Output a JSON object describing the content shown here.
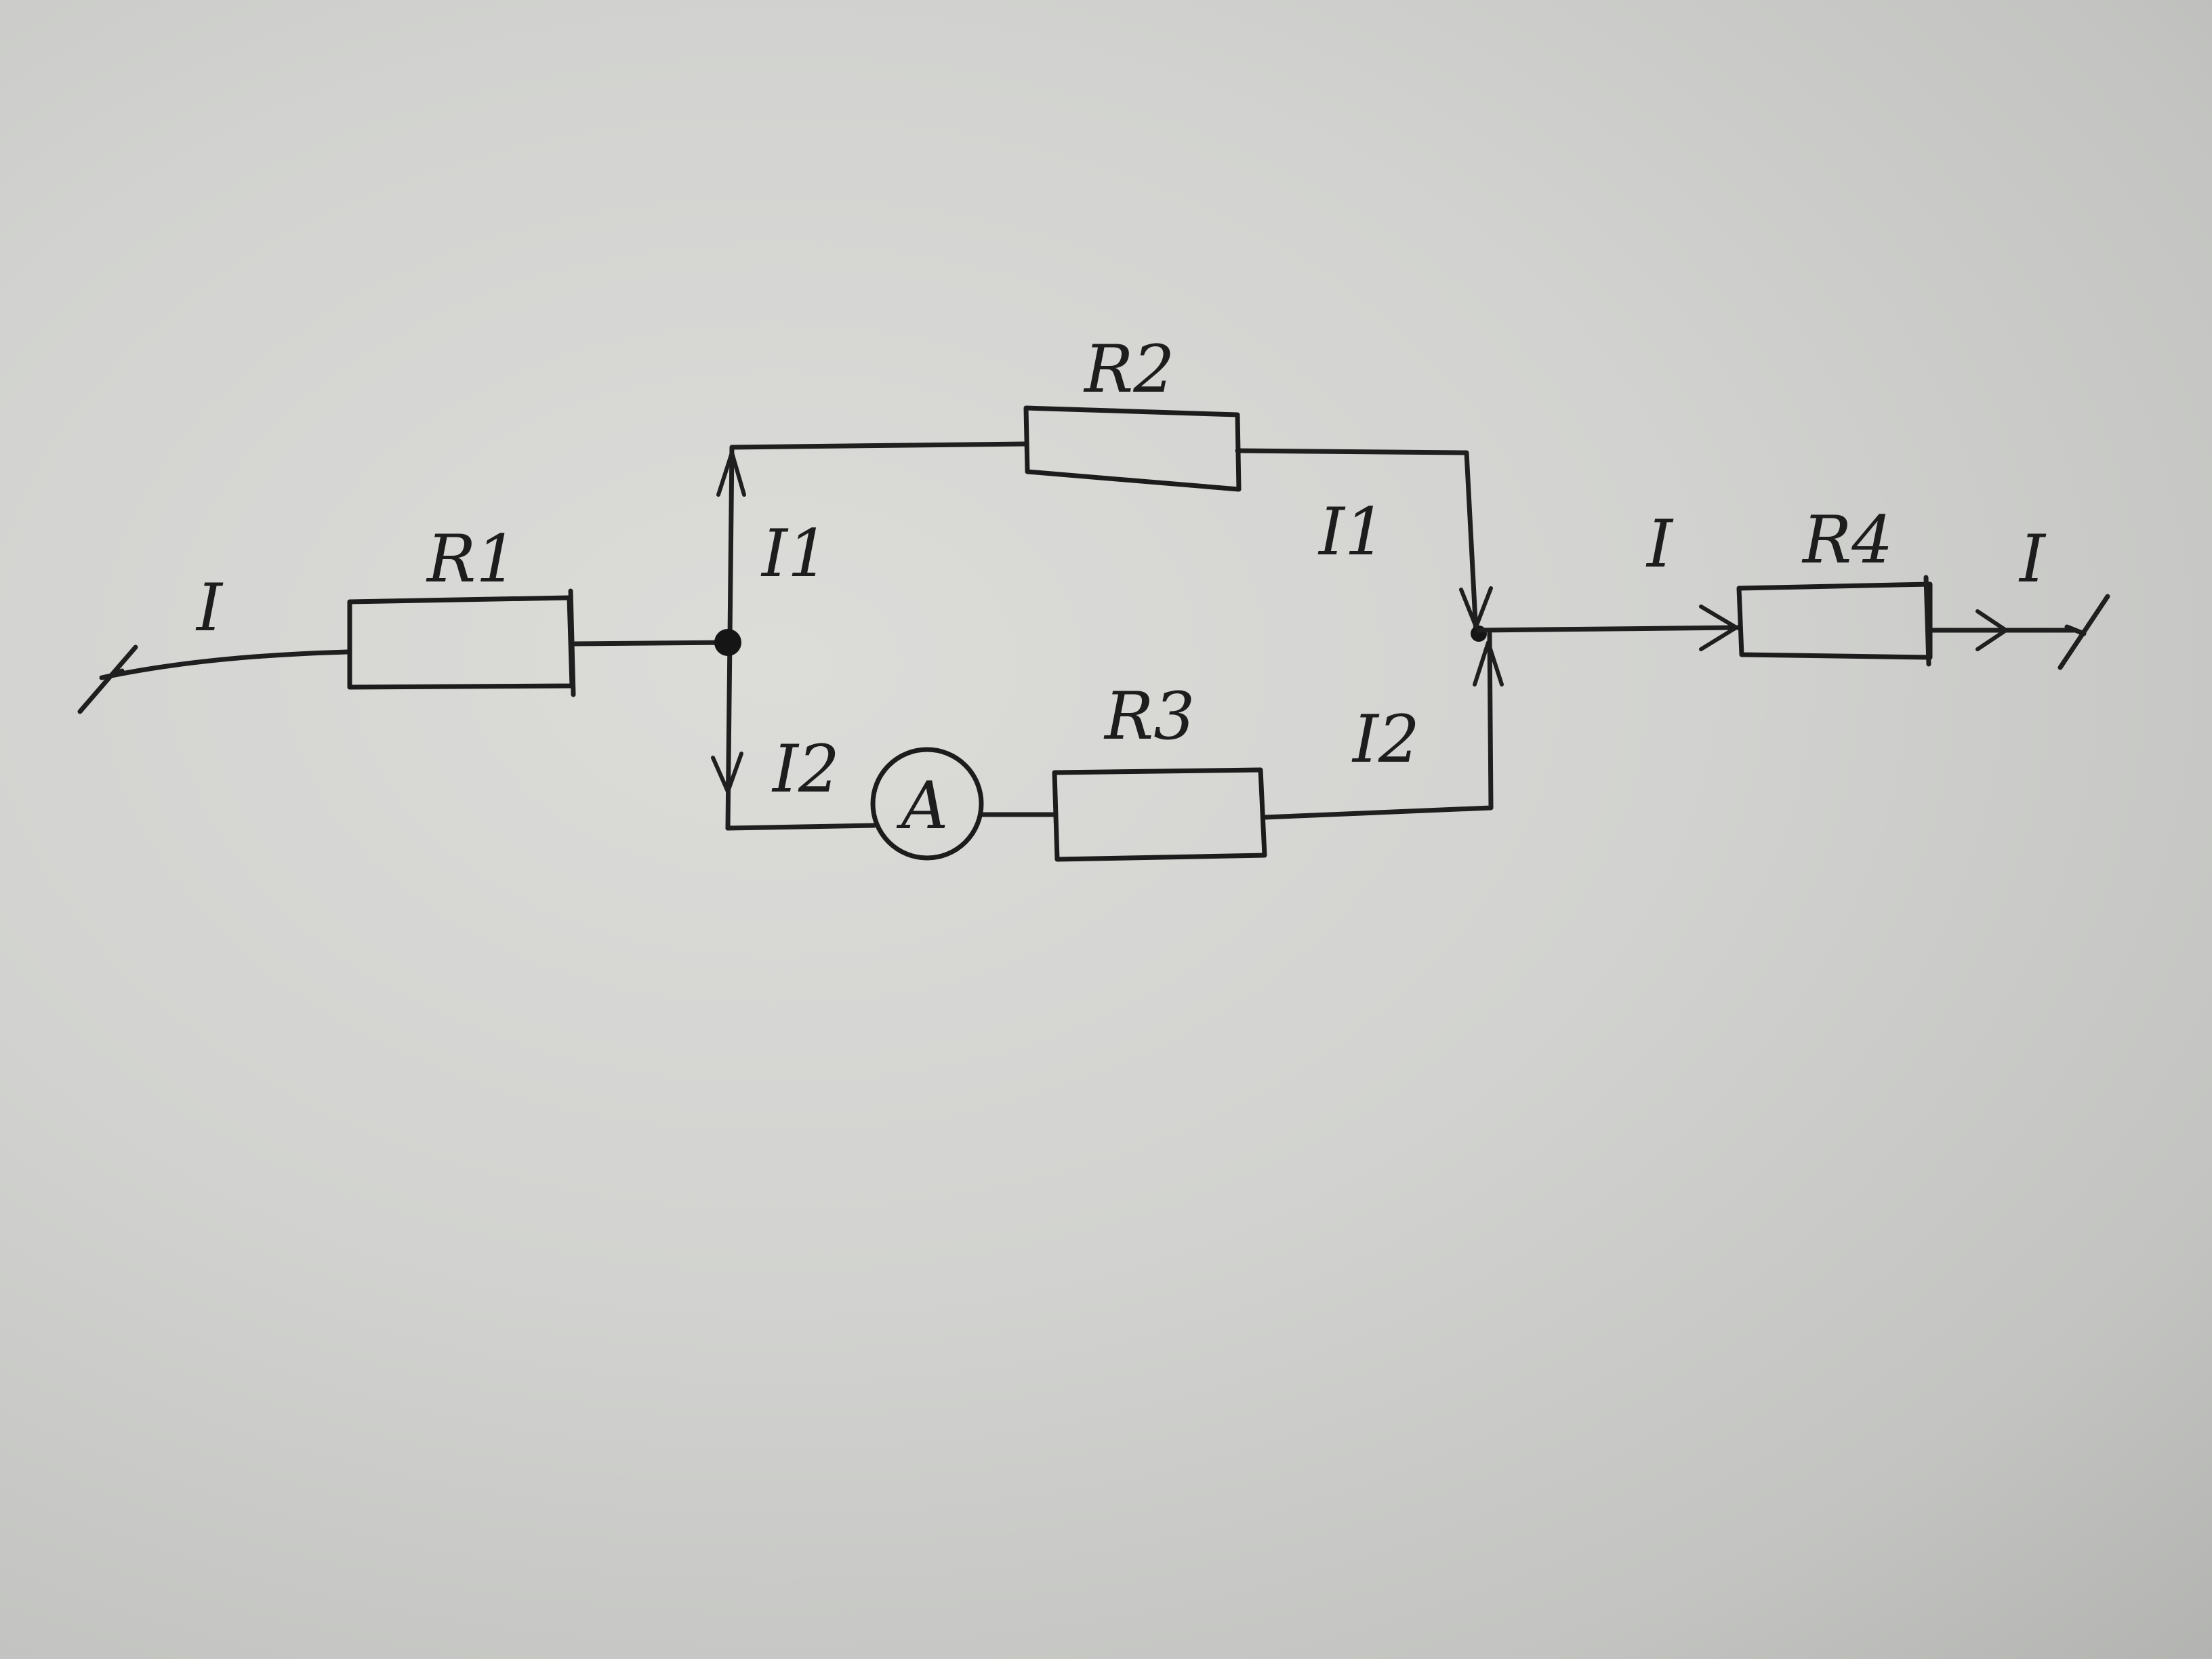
{
  "circuit": {
    "resistors": [
      "R1",
      "R2",
      "R3",
      "R4"
    ],
    "ammeter_symbol": "A",
    "labels": {
      "total_current": "I",
      "branch1_current": "I1",
      "branch2_current": "I2"
    }
  }
}
